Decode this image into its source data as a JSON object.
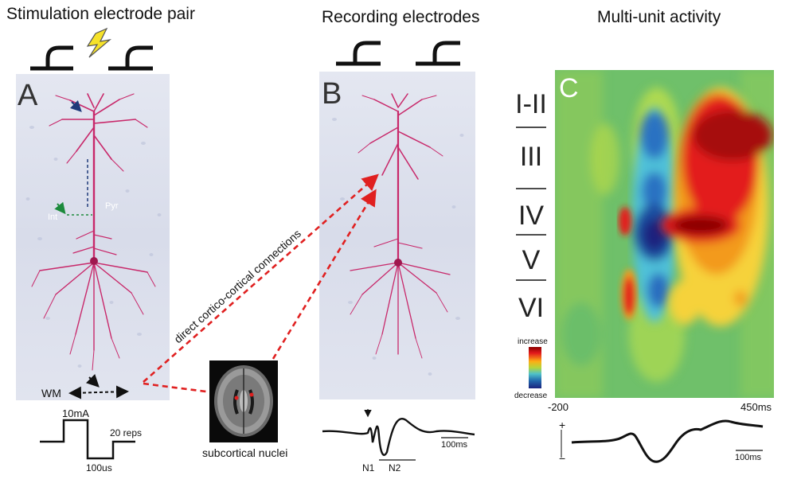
{
  "titles": {
    "stimulation": "Stimulation electrode pair",
    "recording": "Recording electrodes",
    "mua": "Multi-unit activity"
  },
  "panel_a": {
    "letter": "A",
    "label_int": "Int",
    "label_pyr": "Pyr",
    "label_wm": "WM",
    "pulse_amp": "10mA",
    "pulse_reps": "20 reps",
    "pulse_dur": "100us"
  },
  "panel_b": {
    "letter": "B",
    "connection_label": "direct cortico-cortical connections",
    "subcortical_label": "subcortical nuclei",
    "trace_scale": "100ms",
    "n1": "N1",
    "n2": "N2"
  },
  "panel_c": {
    "letter": "C",
    "layers": [
      "I-II",
      "III",
      "IV",
      "V",
      "VI"
    ],
    "colorbar_top": "increase",
    "colorbar_bottom": "decrease",
    "x_start": "-200",
    "x_end": "450ms",
    "plus": "+",
    "minus": "−",
    "trace_scale": "100ms"
  },
  "colors": {
    "neuron": "#c8286a",
    "connection": "#e02020",
    "tissue": "#dde1ee",
    "heat_bg": "#6fc06a"
  }
}
